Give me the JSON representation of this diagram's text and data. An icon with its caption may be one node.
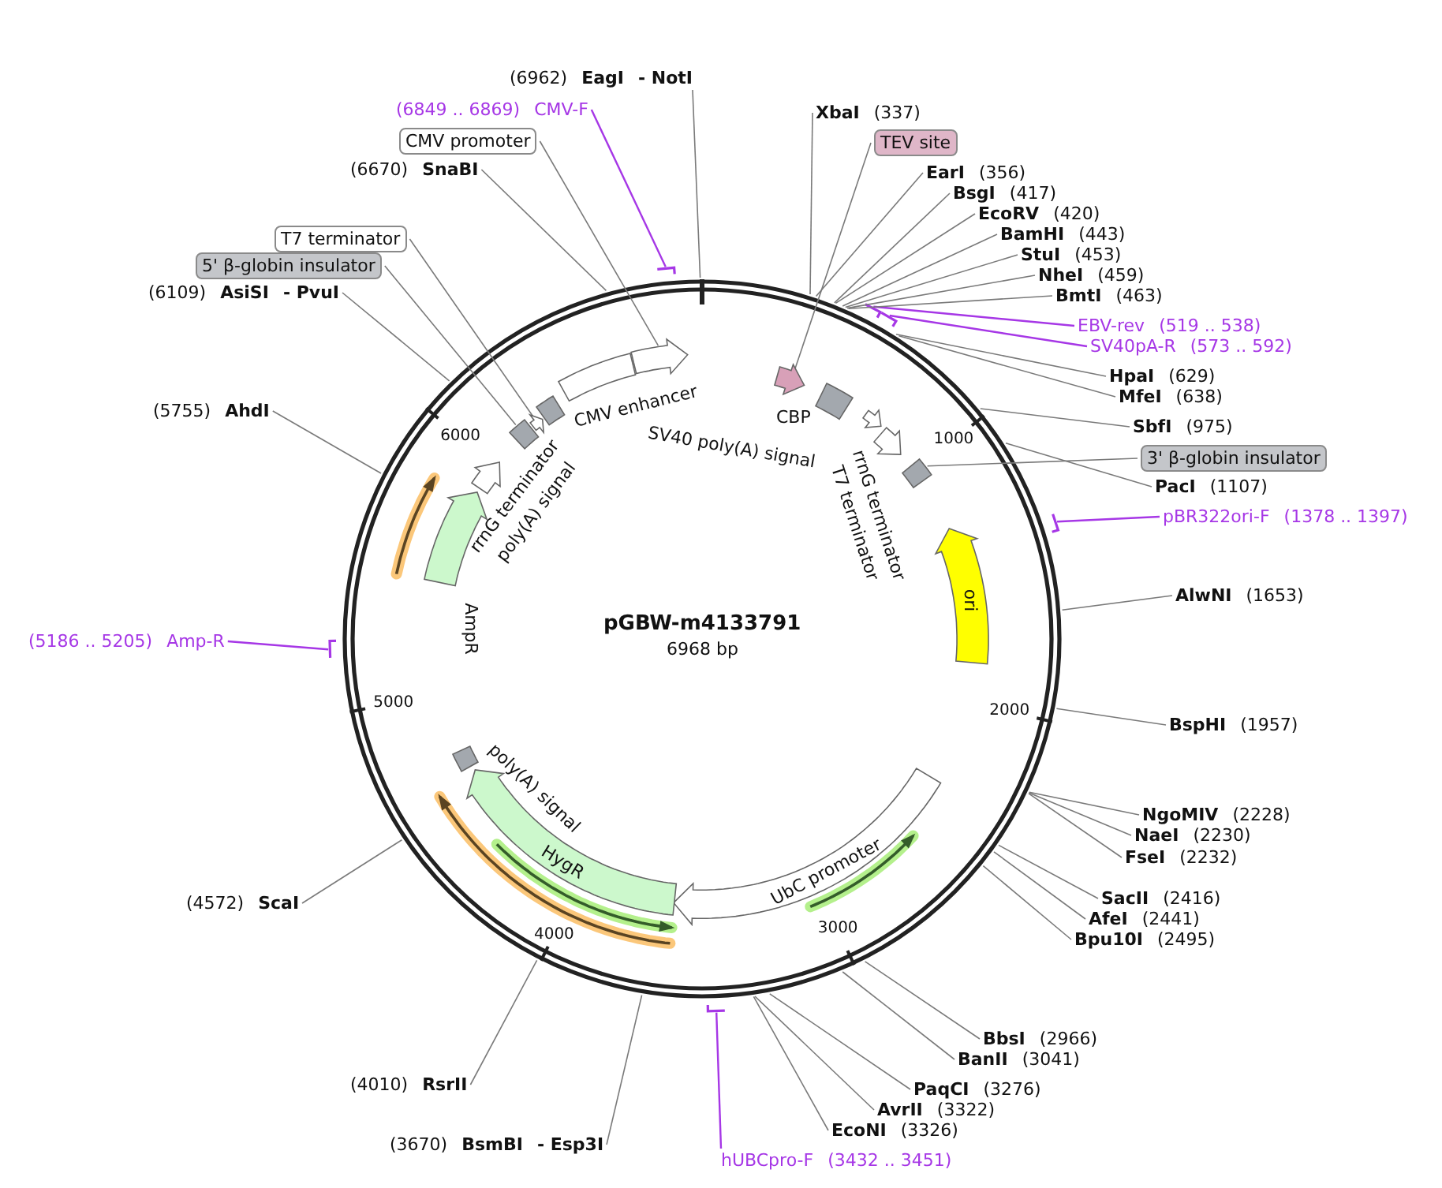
{
  "diagram": {
    "title": "pGBW-m4133791",
    "nodes": [
      {
        "text": [
          "(6962)",
          "EagI",
          "- NotI"
        ]
      },
      {
        "text": [
          "(6849 .. 6869)",
          "CMV-F"
        ]
      },
      {
        "text": [
          "CMV promoter"
        ]
      },
      {
        "text": [
          "(6670)",
          "SnaBI"
        ]
      },
      {
        "text": [
          "T7 terminator"
        ]
      },
      {
        "text": [
          "5' β-globin insulator"
        ]
      },
      {
        "text": [
          "(6109)",
          "AsiSI",
          "- PvuI"
        ]
      },
      {
        "text": [
          "(5755)",
          "AhdI"
        ]
      },
      {
        "text": [
          "(5186 .. 5205)",
          "Amp-R"
        ]
      },
      {
        "text": [
          "(4572)",
          "ScaI"
        ]
      },
      {
        "text": [
          "(4010)",
          "RsrII"
        ]
      },
      {
        "text": [
          "(3670)",
          "BsmBI",
          "- Esp3I"
        ]
      },
      {
        "text": [
          "hUBCpro-F",
          "(3432 .. 3451)"
        ]
      },
      {
        "text": [
          "EcoNI",
          "(3326)"
        ]
      },
      {
        "text": [
          "AvrII",
          "(3322)"
        ]
      },
      {
        "text": [
          "PaqCI",
          "(3276)"
        ]
      },
      {
        "text": [
          "BanII",
          "(3041)"
        ]
      },
      {
        "text": [
          "BbsI",
          "(2966)"
        ]
      },
      {
        "text": [
          "Bpu10I",
          "(2495)"
        ]
      },
      {
        "text": [
          "AfeI",
          "(2441)"
        ]
      },
      {
        "text": [
          "SacII",
          "(2416)"
        ]
      },
      {
        "text": [
          "FseI",
          "(2232)"
        ]
      },
      {
        "text": [
          "NaeI",
          "(2230)"
        ]
      },
      {
        "text": [
          "NgoMIV",
          "(2228)"
        ]
      },
      {
        "text": [
          "BspHI",
          "(1957)"
        ]
      },
      {
        "text": [
          "AlwNI",
          "(1653)"
        ]
      },
      {
        "text": [
          "pBR322ori-F",
          "(1378 .. 1397)"
        ]
      },
      {
        "text": [
          "PacI",
          "(1107)"
        ]
      },
      {
        "text": [
          "3' β-globin insulator"
        ]
      },
      {
        "text": [
          "SbfI",
          "(975)"
        ]
      },
      {
        "text": [
          "MfeI",
          "(638)"
        ]
      },
      {
        "text": [
          "HpaI",
          "(629)"
        ]
      },
      {
        "text": [
          "SV40pA-R",
          "(573 .. 592)"
        ]
      },
      {
        "text": [
          "EBV-rev",
          "(519 .. 538)"
        ]
      },
      {
        "text": [
          "BmtI",
          "(463)"
        ]
      },
      {
        "text": [
          "NheI",
          "(459)"
        ]
      },
      {
        "text": [
          "StuI",
          "(453)"
        ]
      },
      {
        "text": [
          "BamHI",
          "(443)"
        ]
      },
      {
        "text": [
          "EcoRV",
          "(420)"
        ]
      },
      {
        "text": [
          "BsgI",
          "(417)"
        ]
      },
      {
        "text": [
          "EarI",
          "(356)"
        ]
      },
      {
        "text": [
          "TEV site"
        ]
      },
      {
        "text": [
          "XbaI",
          "(337)"
        ]
      },
      {
        "text": [],
        "shape": "arrow",
        "beside": [
          "CMV enhancer"
        ]
      },
      {
        "text": [],
        "shape": "arrow",
        "beside": [
          "CBP"
        ]
      },
      {
        "text": [],
        "shape": "box",
        "beside": [
          "SV40 poly(A) signal"
        ]
      },
      {
        "text": [],
        "shape": "arrow",
        "beside": [
          "rrnG terminator"
        ]
      },
      {
        "text": [],
        "shape": "arrow"
      },
      {
        "text": [
          "ori"
        ]
      },
      {
        "text": [
          "UbC promoter"
        ]
      },
      {
        "text": [
          "HygR"
        ]
      },
      {
        "text": [],
        "shape": "box",
        "beside": [
          "poly(A) signal"
        ]
      },
      {
        "text": [],
        "shape": "arrow",
        "beside": [
          "AmpR"
        ]
      },
      {
        "text": [],
        "shape": "arrow",
        "beside": [
          "rrnG terminator"
        ]
      },
      {
        "text": [],
        "shape": "box"
      },
      {
        "text": [],
        "shape": "box"
      },
      {
        "text": [],
        "shape": "box"
      },
      {
        "text": [],
        "shape": "arrow"
      },
      {
        "text": [],
        "shape": "arrow"
      }
    ],
    "edges": [
      {
        "from": 0,
        "to": null,
        "arrow": "none"
      },
      {
        "from": 1,
        "to": null,
        "arrow": "none",
        "color": "#a637e6"
      },
      {
        "from": 2,
        "to": 58,
        "arrow": "none"
      },
      {
        "from": 3,
        "to": null,
        "arrow": "none"
      },
      {
        "from": 4,
        "to": 57,
        "arrow": "none"
      },
      {
        "from": 5,
        "to": 56,
        "arrow": "none"
      },
      {
        "from": 6,
        "to": null,
        "arrow": "none"
      },
      {
        "from": 7,
        "to": null,
        "arrow": "none"
      },
      {
        "from": 8,
        "to": null,
        "arrow": "none",
        "color": "#a637e6"
      },
      {
        "from": 9,
        "to": null,
        "arrow": "none"
      },
      {
        "from": 10,
        "to": null,
        "arrow": "none"
      },
      {
        "from": 11,
        "to": null,
        "arrow": "none"
      },
      {
        "from": 12,
        "to": null,
        "arrow": "none",
        "color": "#a637e6"
      },
      {
        "from": 13,
        "to": null,
        "arrow": "none"
      },
      {
        "from": 14,
        "to": null,
        "arrow": "none"
      },
      {
        "from": 15,
        "to": null,
        "arrow": "none"
      },
      {
        "from": 16,
        "to": null,
        "arrow": "none"
      },
      {
        "from": 17,
        "to": null,
        "arrow": "none"
      },
      {
        "from": 18,
        "to": null,
        "arrow": "none"
      },
      {
        "from": 19,
        "to": null,
        "arrow": "none"
      },
      {
        "from": 20,
        "to": null,
        "arrow": "none"
      },
      {
        "from": 21,
        "to": null,
        "arrow": "none"
      },
      {
        "from": 22,
        "to": null,
        "arrow": "none"
      },
      {
        "from": 23,
        "to": null,
        "arrow": "none"
      },
      {
        "from": 24,
        "to": null,
        "arrow": "none"
      },
      {
        "from": 25,
        "to": null,
        "arrow": "none"
      },
      {
        "from": 26,
        "to": null,
        "arrow": "none",
        "color": "#a637e6"
      },
      {
        "from": 27,
        "to": null,
        "arrow": "none"
      },
      {
        "from": 28,
        "to": 55,
        "arrow": "none"
      },
      {
        "from": 29,
        "to": null,
        "arrow": "none"
      },
      {
        "from": 30,
        "to": null,
        "arrow": "none"
      },
      {
        "from": 31,
        "to": null,
        "arrow": "none"
      },
      {
        "from": 32,
        "to": null,
        "arrow": "none",
        "color": "#a637e6"
      },
      {
        "from": 33,
        "to": null,
        "arrow": "none",
        "color": "#a637e6"
      },
      {
        "from": 34,
        "to": null,
        "arrow": "none"
      },
      {
        "from": 35,
        "to": null,
        "arrow": "none"
      },
      {
        "from": 36,
        "to": null,
        "arrow": "none"
      },
      {
        "from": 37,
        "to": null,
        "arrow": "none"
      },
      {
        "from": 38,
        "to": null,
        "arrow": "none"
      },
      {
        "from": 39,
        "to": null,
        "arrow": "none"
      },
      {
        "from": 40,
        "to": null,
        "arrow": "none"
      },
      {
        "from": 41,
        "to": 44,
        "arrow": "none"
      },
      {
        "from": 42,
        "to": null,
        "arrow": "none"
      }
    ],
    "labels": [
      "6968 bp",
      "1000",
      "2000",
      "3000",
      "4000",
      "5000",
      "6000",
      "T7 terminator",
      "poly(A) signal"
    ]
  }
}
